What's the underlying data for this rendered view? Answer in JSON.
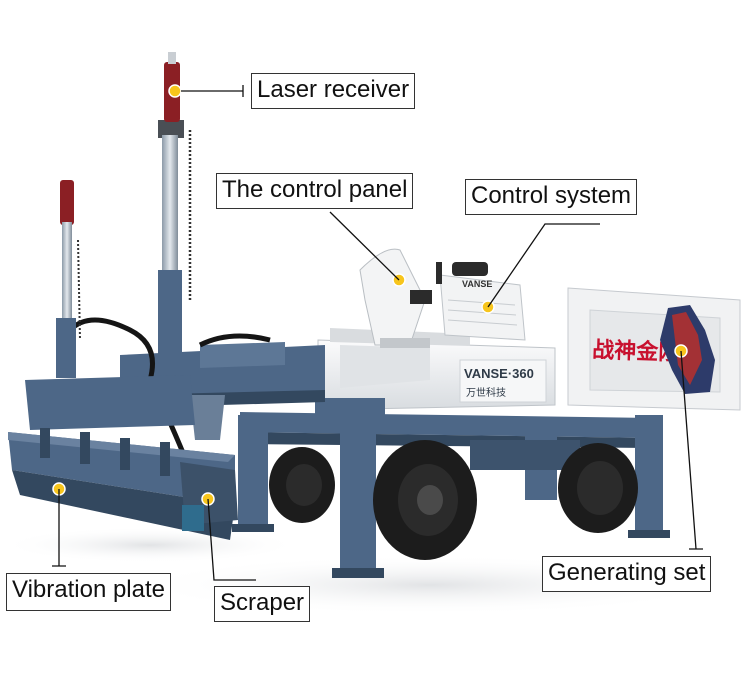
{
  "callouts": {
    "laser_receiver": "Laser receiver",
    "control_panel": "The control panel",
    "control_system": "Control system",
    "vibration_plate": "Vibration plate",
    "scraper": "Scraper",
    "generating_set": "Generating set"
  },
  "machine": {
    "model_badge": "VANSE·360",
    "seat_brand": "VANSE",
    "brand_cn": "万世科技",
    "panel_slogan": "战神金刚"
  },
  "colors": {
    "frame_blue": "#4d6787",
    "frame_dark": "#33485f",
    "body_white": "#eceef0",
    "receiver_red": "#8b1f24",
    "marker_yellow": "#f7c51c",
    "slogan_red": "#c8102e"
  }
}
